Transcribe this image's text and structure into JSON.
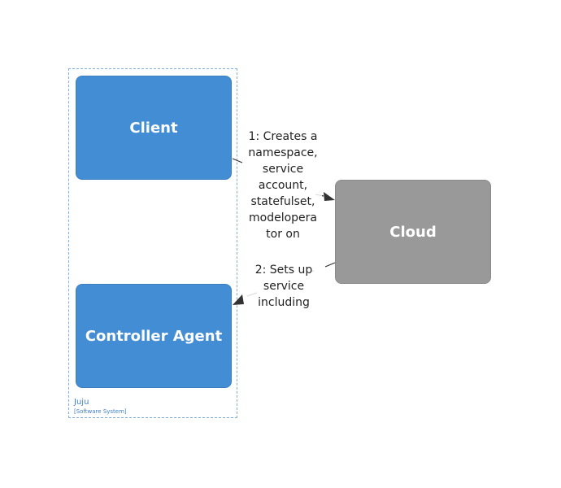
{
  "boundary": {
    "name": "Juju",
    "type": "[Software System]",
    "color": "#7faee0"
  },
  "nodes": {
    "client": {
      "label": "Client",
      "color": "#438dd5"
    },
    "controller_agent": {
      "label": "Controller Agent",
      "color": "#438dd5"
    },
    "cloud": {
      "label": "Cloud",
      "color": "#999999"
    }
  },
  "relationships": [
    {
      "from": "Client",
      "to": "Cloud",
      "label": "1: Creates a namespace, service account, statefulset, modelopera tor on"
    },
    {
      "from": "Cloud",
      "to": "Controller Agent",
      "label": "2: Sets up service including"
    }
  ]
}
